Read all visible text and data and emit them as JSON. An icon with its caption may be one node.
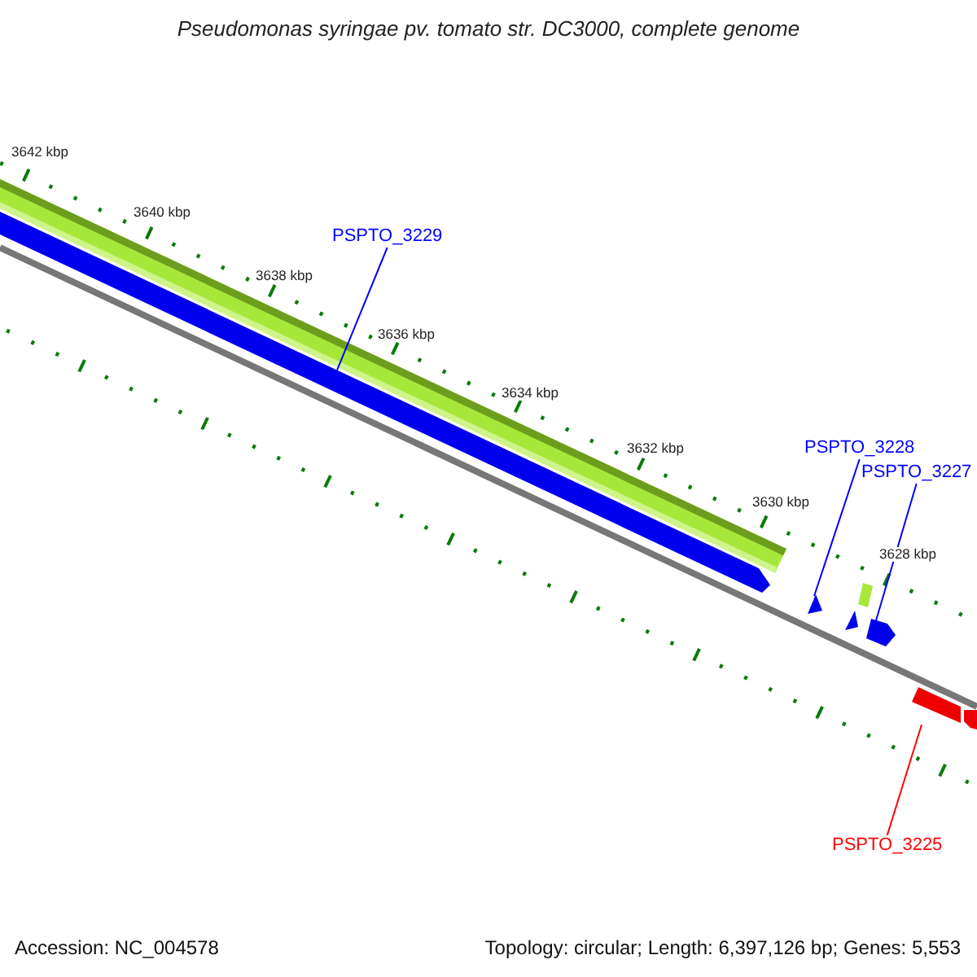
{
  "diagram": {
    "title": "Pseudomonas syringae pv. tomato str. DC3000, complete genome",
    "nodes": [
      {
        "text": [
          "PSPTO_3229"
        ]
      },
      {
        "text": [],
        "shape": "bar"
      },
      {
        "text": [
          "PSPTO_3228"
        ]
      },
      {
        "text": [],
        "shape": "bar"
      },
      {
        "text": [
          "PSPTO_3227"
        ]
      },
      {
        "text": [],
        "shape": "bar"
      },
      {
        "text": [
          "PSPTO_3225"
        ]
      },
      {
        "text": [],
        "shape": "bar"
      }
    ],
    "edges": [
      {
        "from": 0,
        "to": 1,
        "arrow": "none"
      },
      {
        "from": 2,
        "to": 3,
        "arrow": "none"
      },
      {
        "from": 4,
        "to": 5,
        "arrow": "none"
      },
      {
        "from": 6,
        "to": 7,
        "arrow": "none",
        "color": "#ff0000"
      }
    ],
    "labels": [
      "3642 kbp",
      "3640 kbp",
      "3638 kbp",
      "3636 kbp",
      "3634 kbp",
      "3632 kbp",
      "3630 kbp",
      "3628 kbp",
      "Accession: NC_004578",
      "Topology: circular; Length: 6,397,126 bp; Genes: 5,553"
    ]
  }
}
